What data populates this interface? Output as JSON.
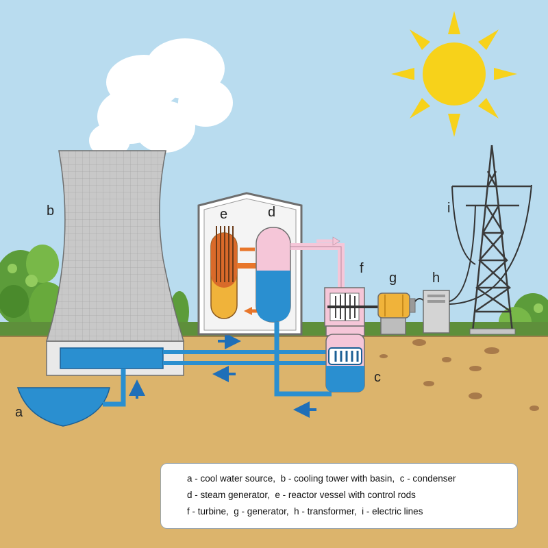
{
  "labels": {
    "a": "a",
    "b": "b",
    "c": "c",
    "d": "d",
    "e": "e",
    "f": "f",
    "g": "g",
    "h": "h",
    "i": "i"
  },
  "legend": {
    "lines": [
      [
        "a - cool water source,",
        "b - cooling tower with basin,",
        "c - condenser"
      ],
      [
        "d - steam generator,",
        "e - reactor vessel with control rods"
      ],
      [
        "f - turbine,",
        "g - generator,",
        "h - transformer,",
        "i - electric lines"
      ]
    ]
  },
  "colors": {
    "sky": "#b9dcef",
    "ground": "#dcb46c",
    "grass": "#5e8f3b",
    "sun": "#f7d21a",
    "tower": "#c9c9c9",
    "water": "#2a8fd0",
    "hot_water": "#e8762a",
    "steam": "#f5c6d8",
    "generator": "#f0b33a"
  }
}
